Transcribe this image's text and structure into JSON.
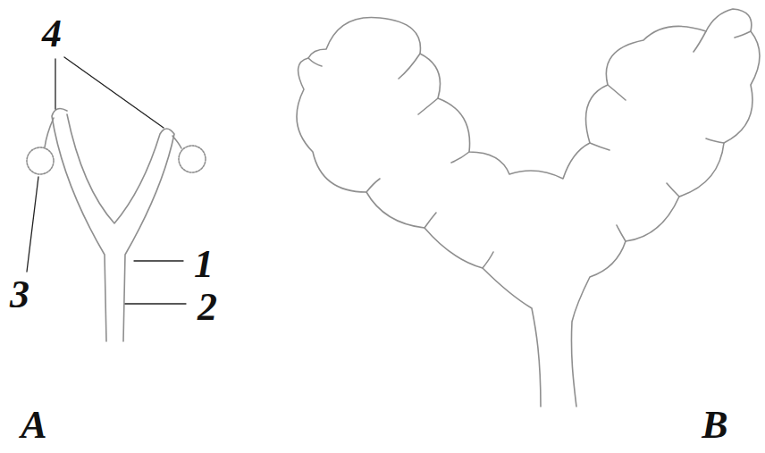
{
  "diagram": {
    "labels": [
      "4",
      "3",
      "1",
      "2",
      "A",
      "B"
    ]
  }
}
